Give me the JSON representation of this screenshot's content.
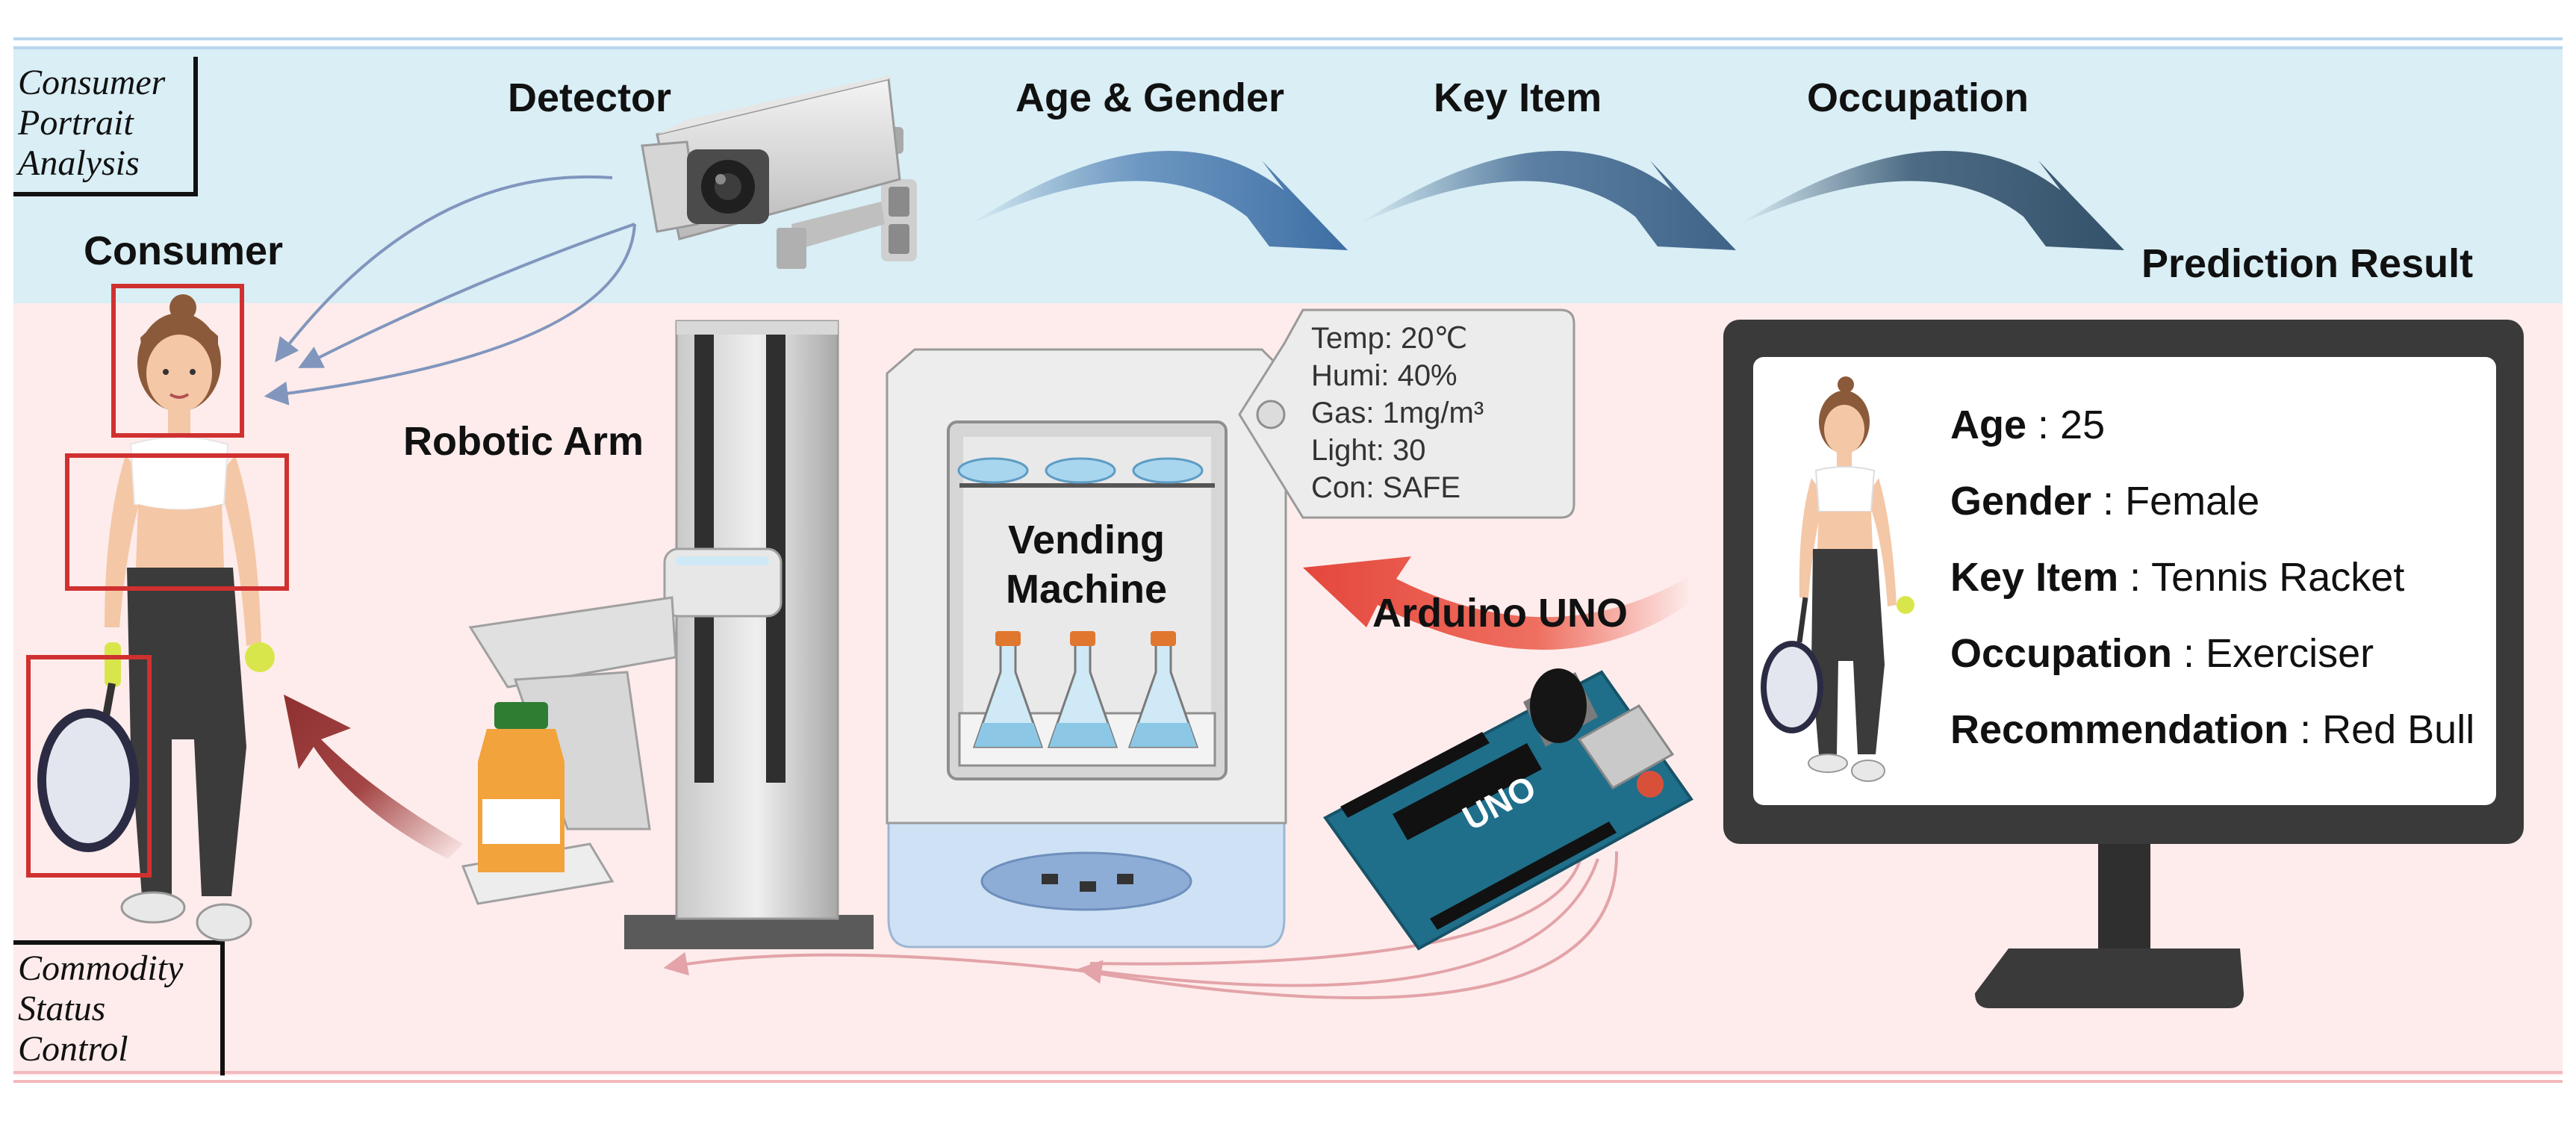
{
  "sections": {
    "top": "Consumer Portrait Analysis",
    "top_lines": [
      "Consumer",
      "Portrait",
      "Analysis"
    ],
    "bottom_lines": [
      "Commodity",
      "Status",
      "Control"
    ]
  },
  "labels": {
    "detector": "Detector",
    "age_gender": "Age & Gender",
    "key_item": "Key Item",
    "occupation": "Occupation",
    "prediction_result": "Prediction Result",
    "consumer": "Consumer",
    "robotic_arm": "Robotic Arm",
    "vending_machine_lines": [
      "Vending",
      "Machine"
    ],
    "arduino": "Arduino UNO",
    "board_text": "UNO"
  },
  "sensor_tag": {
    "lines": [
      "Temp: 20℃",
      "Humi: 40%",
      "Gas: 1mg/m³",
      "Light: 30",
      "Con: SAFE"
    ]
  },
  "result": {
    "rows": [
      {
        "key": "Age",
        "value": "25"
      },
      {
        "key": "Gender",
        "value": "Female"
      },
      {
        "key": "Key Item",
        "value": "Tennis Racket"
      },
      {
        "key": "Occupation",
        "value": "Exerciser"
      },
      {
        "key": "Recommendation",
        "value": "Red Bull"
      }
    ],
    "separator": " : "
  },
  "colors": {
    "top_band": "#d9eef5",
    "bottom_band": "#fdeceb",
    "blue_arrow": "#4f7fae",
    "red_arrow": "#e85a4f",
    "dark_red_arrow": "#9e3b3b",
    "detection_box": "#d03030"
  }
}
